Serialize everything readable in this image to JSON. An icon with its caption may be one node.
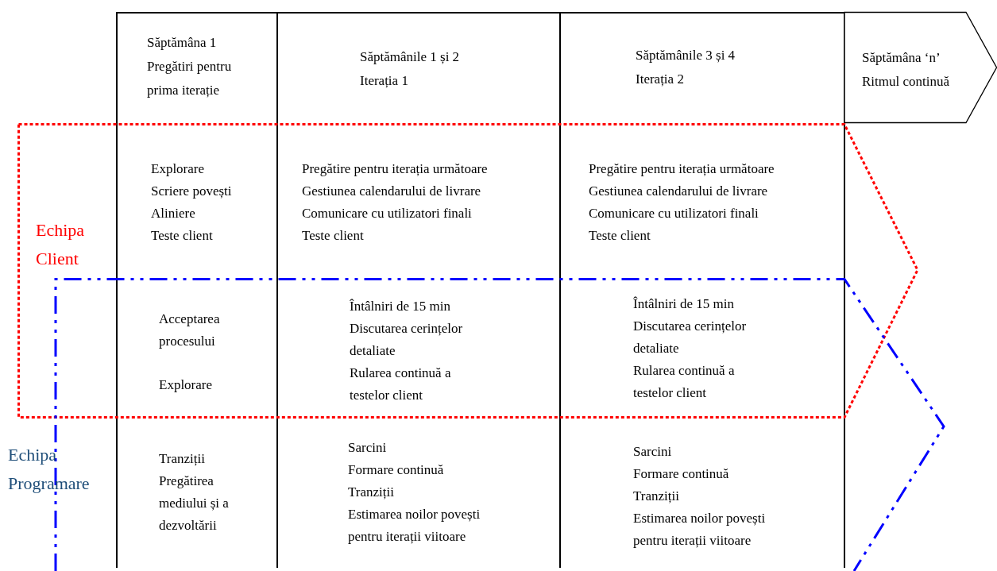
{
  "diagram": {
    "nodes": [
      {
        "text": [
          "Echipa Client"
        ]
      },
      {
        "text": [
          "Echipa Programare"
        ]
      },
      {
        "text": [
          "Săptămâna 1",
          "Pregătiri pentru prima iterație"
        ]
      },
      {
        "text": [
          "Săptămânile 1 și 2",
          "Iterația 1"
        ]
      },
      {
        "text": [
          "Săptămânile 3 și 4",
          "Iterația 2"
        ]
      },
      {
        "text": [
          "Săptămâna ‘n’",
          "Ritmul continuă"
        ]
      },
      {
        "text": [
          "Explorare",
          "Scriere povești",
          "Aliniere",
          "Teste client"
        ],
        "in": 0
      },
      {
        "text": [
          "Pregătire pentru iterația următoare",
          "Gestiunea calendarului de livrare",
          "Comunicare cu utilizatori finali",
          "Teste client"
        ],
        "in": 0
      },
      {
        "text": [
          "Pregătire pentru iterația următoare",
          "Gestiunea calendarului de livrare",
          "Comunicare cu utilizatori finali",
          "Teste client"
        ],
        "in": 0
      },
      {
        "text": [
          "Acceptarea procesului",
          "Explorare"
        ]
      },
      {
        "text": [
          "Întâlniri de 15 min",
          "Discutarea cerințelor detaliate",
          "Rularea continuă a testelor client"
        ]
      },
      {
        "text": [
          "Întâlniri de 15 min",
          "Discutarea cerințelor detaliate",
          "Rularea continuă a testelor client"
        ]
      },
      {
        "text": [
          "Tranziții",
          "Pregătirea mediului și a dezvoltării"
        ],
        "in": 1
      },
      {
        "text": [
          "Sarcini",
          "Formare continuă",
          "Tranziții",
          "Estimarea noilor povești pentru iterații viitoare"
        ],
        "in": 1
      },
      {
        "text": [
          "Sarcini",
          "Formare continuă",
          "Tranziții",
          "Estimarea noilor povești pentru iterații viitoare"
        ],
        "in": 1
      }
    ]
  }
}
